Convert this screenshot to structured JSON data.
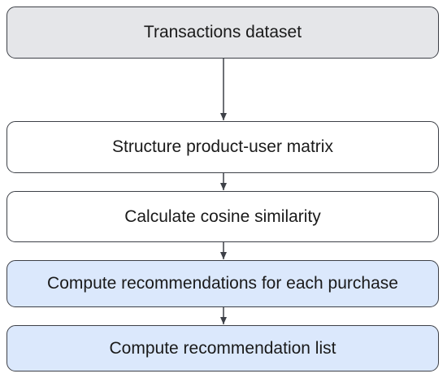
{
  "steps": [
    {
      "label": "Transactions dataset",
      "fill": "#e5e6e9"
    },
    {
      "label": "Structure product-user matrix",
      "fill": "#ffffff"
    },
    {
      "label": "Calculate cosine similarity",
      "fill": "#ffffff"
    },
    {
      "label": "Compute recommendations for each purchase",
      "fill": "#dbe8fc"
    },
    {
      "label": "Compute recommendation list",
      "fill": "#dbe8fc"
    }
  ],
  "colors": {
    "border": "#3d4047",
    "arrow": "#3d4047"
  }
}
